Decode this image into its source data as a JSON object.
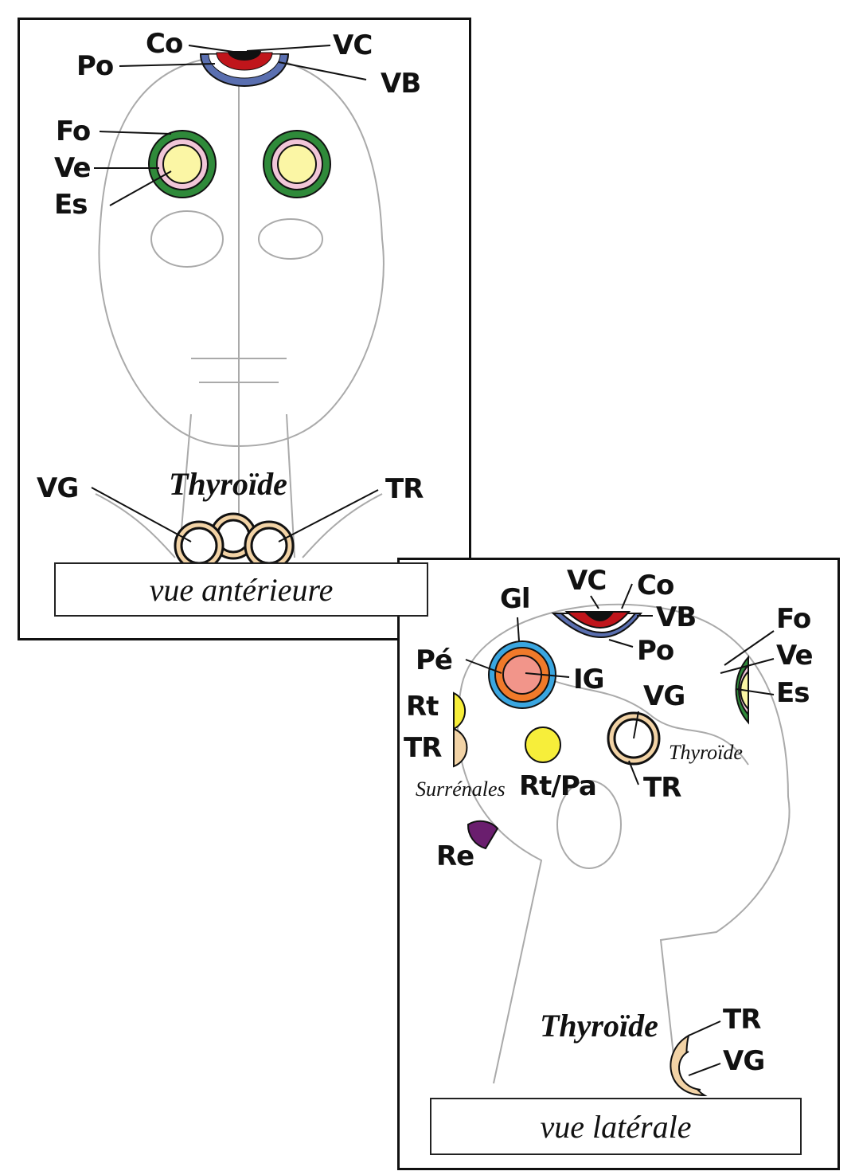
{
  "anterior": {
    "caption": "vue antérieure",
    "labels": {
      "co": "Co",
      "vc": "VC",
      "po": "Po",
      "vb": "VB",
      "fo": "Fo",
      "ve": "Ve",
      "es": "Es",
      "thyroide": "Thyroïde",
      "vg": "VG",
      "tr": "TR"
    }
  },
  "lateral": {
    "caption": "vue latérale",
    "labels": {
      "vc": "VC",
      "co": "Co",
      "gl": "Gl",
      "vb": "VB",
      "pe": "Pé",
      "ig": "IG",
      "po": "Po",
      "fo": "Fo",
      "ve": "Ve",
      "es": "Es",
      "rt": "Rt",
      "vg": "VG",
      "tr_adrenal": "TR",
      "thyroide_small": "Thyroïde",
      "surrenales": "Surrénales",
      "rt_pa": "Rt/Pa",
      "tr_mid": "TR",
      "re": "Re",
      "thyroide": "Thyroïde",
      "tr_neck": "TR",
      "vg_neck": "VG"
    }
  },
  "colors": {
    "red": "#c0151b",
    "blue": "#5a6fb0",
    "green": "#2f8a3a",
    "pink": "#f1c6d8",
    "yellow": "#fbf6a5",
    "brightYellow": "#f7ee3a",
    "orange": "#f07a2a",
    "salmon": "#f2958a",
    "cyan": "#3aa6e0",
    "tan": "#f2d3a6",
    "purple": "#6a1e6e"
  }
}
